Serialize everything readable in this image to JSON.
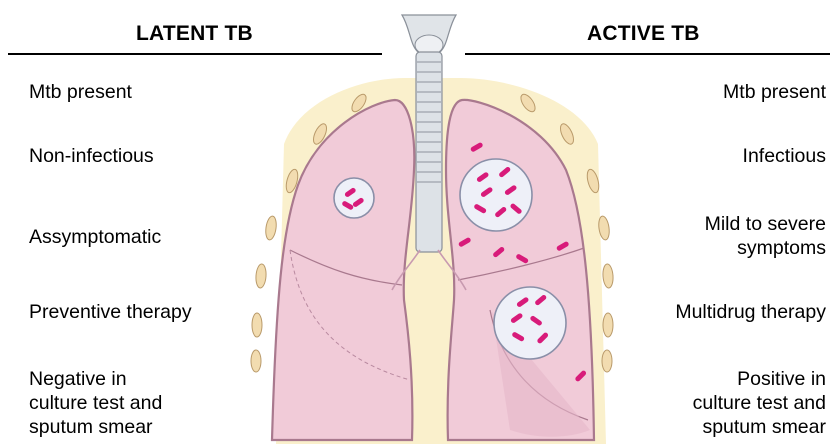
{
  "latent": {
    "heading": "LATENT TB",
    "items": [
      "Mtb present",
      "Non-infectious",
      "Assymptomatic",
      "Preventive therapy",
      "Negative in\nculture test and\nsputum smear"
    ]
  },
  "active": {
    "heading": "ACTIVE TB",
    "items": [
      "Mtb present",
      "Infectious",
      "Mild to severe\nsymptoms",
      "Multidrug therapy",
      "Positive in\nculture test and\nsputum smear"
    ]
  },
  "colors": {
    "lung_fill": "#f1cbd8",
    "lung_stroke": "#a9798e",
    "bacteria": "#d81b7a",
    "granuloma_fill": "#eef0f8",
    "thorax_fill": "#faf0cc",
    "trachea_fill": "#e0e4e8",
    "ribs_fill": "#f2dcb0"
  }
}
